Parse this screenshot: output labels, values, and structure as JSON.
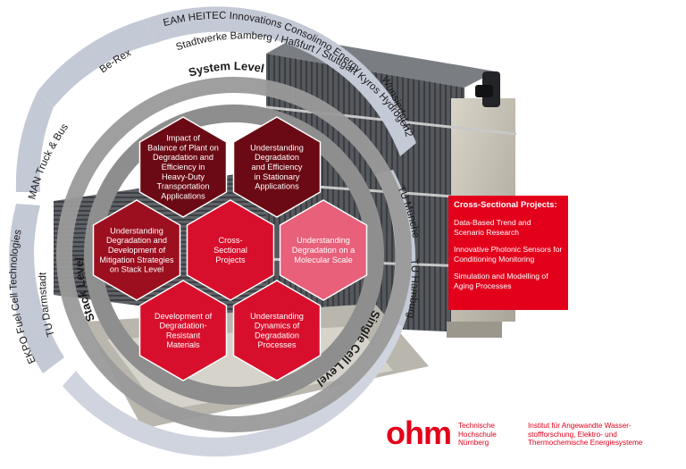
{
  "colors": {
    "dark_red": "#6b0a14",
    "deep_red": "#9c0f1f",
    "red": "#d80f2c",
    "pink": "#e8607a",
    "brand": "#e3001b",
    "outer_ring": "#c4c9d6",
    "inner_ring": "#8e8e8e"
  },
  "levels": {
    "system": "System Level",
    "stack": "Stack Level",
    "single_cell": "Single Cell Level"
  },
  "outer_ring_partners": {
    "top_line1": "EAM   HEITEC Innovations   Consolinno Energy",
    "top_line2": "Stadtwerke Bamberg / Haßfurt / Stuttgart   Kyros Hydrogen",
    "wunsiedel": "Wunsiedel H2",
    "be_rex": "Be-Rex",
    "man": "MAN Truck & Bus",
    "ekpo": "EKPO Fuel Cell Technologies",
    "tu_darmstadt": "TU Darmstadt",
    "tu_muenchen": "TU München",
    "tu_hamburg": "TU Hamburg"
  },
  "hexagons": {
    "heavy_duty": [
      "Impact of",
      "Balance of Plant on",
      "Degradation and",
      "Efficiency in",
      "Heavy-Duty",
      "Transportation",
      "Applications"
    ],
    "stationary": [
      "Understanding",
      "Degradation",
      "and Efficiency",
      "in Stationary",
      "Applications"
    ],
    "stack": [
      "Understanding",
      "Degradation and",
      "Development of",
      "Mitigation Strategies",
      "on Stack Level"
    ],
    "cross": [
      "Cross-",
      "Sectional",
      "Projects"
    ],
    "molecular": [
      "Understanding",
      "Degradation on a",
      "Molecular Scale"
    ],
    "materials": [
      "Development of",
      "Degradation-",
      "Resistant",
      "Materials"
    ],
    "dynamics": [
      "Understanding",
      "Dynamics of",
      "Degradation",
      "Processes"
    ]
  },
  "cross_sectional": {
    "title": "Cross-Sectional Projects:",
    "items": [
      "Data-Based Trend and Scenario Research",
      "Innovative Photonic Sensors for Conditioning Monitoring",
      "Simulation and Modelling of Aging Processes"
    ]
  },
  "logo": {
    "mark": "ohm",
    "university": [
      "Technische",
      "Hochschule",
      "Nürnberg"
    ],
    "institute": [
      "Institut für Angewandte Wasser-",
      "stoffforschung, Elektro- und",
      "Thermochemische Energiesysteme"
    ]
  }
}
